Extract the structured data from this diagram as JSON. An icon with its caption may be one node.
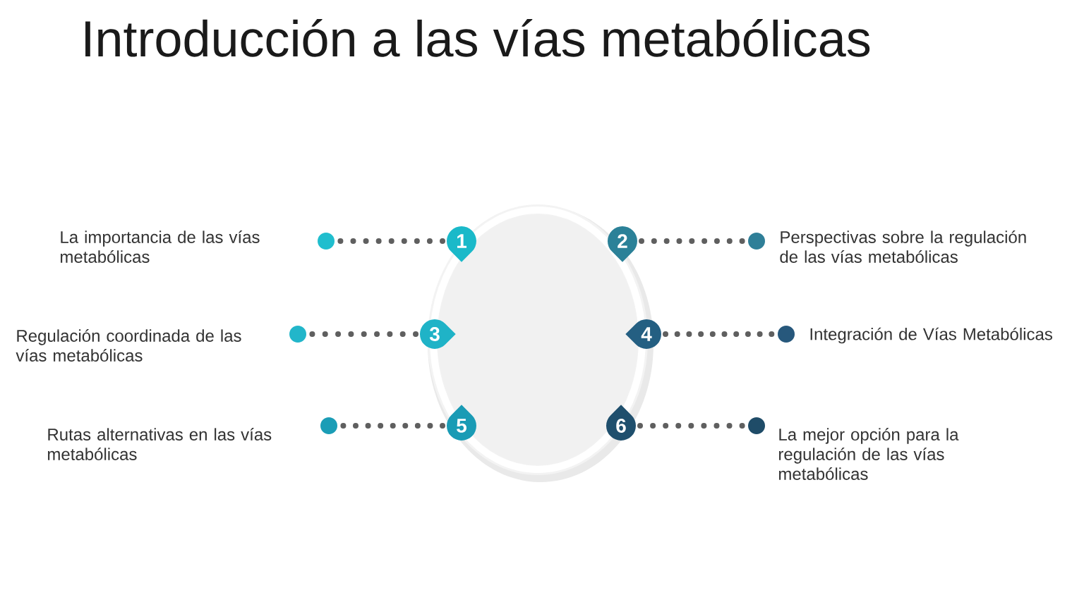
{
  "diagram": {
    "title": "Introducción a las vías metabólicas",
    "nodes": [
      {
        "text": [],
        "shape": "circle",
        "beside": [
          "La importancia de las vías metabólicas"
        ]
      },
      {
        "text": [
          "1"
        ]
      },
      {
        "text": [
          "2"
        ]
      },
      {
        "text": [],
        "shape": "circle",
        "beside": [
          "Perspectivas sobre la regulación de las vías metabólicas"
        ]
      },
      {
        "text": [],
        "shape": "circle",
        "beside": [
          "Regulación coordinada de las vías metabólicas"
        ]
      },
      {
        "text": [
          "3"
        ]
      },
      {
        "text": [
          "4"
        ]
      },
      {
        "text": [],
        "shape": "circle",
        "beside": [
          "Integración de Vías Metabólicas"
        ]
      },
      {
        "text": [],
        "shape": "circle",
        "beside": [
          "Rutas alternativas en las vías metabólicas"
        ]
      },
      {
        "text": [
          "5"
        ]
      },
      {
        "text": [
          "6"
        ]
      },
      {
        "text": [],
        "shape": "circle",
        "beside": [
          "La mejor opción para la regulación de las vías metabólicas"
        ]
      }
    ],
    "edges": [
      {
        "from": 1,
        "to": 0,
        "arrow": "none"
      },
      {
        "from": 2,
        "to": 3,
        "arrow": "none"
      },
      {
        "from": 5,
        "to": 4,
        "arrow": "none"
      },
      {
        "from": 6,
        "to": 7,
        "arrow": "none"
      },
      {
        "from": 9,
        "to": 8,
        "arrow": "none"
      },
      {
        "from": 10,
        "to": 11,
        "arrow": "none"
      }
    ]
  }
}
